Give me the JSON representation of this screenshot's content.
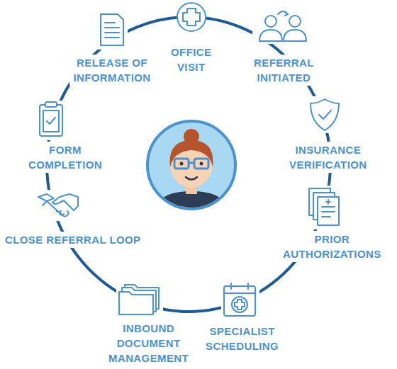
{
  "diagram": {
    "labels": [
      "OFFICE VISIT",
      "REFERRAL INITIATED",
      "INSURANCE VERIFICATION",
      "PRIOR AUTHORIZATIONS",
      "SPECIALIST SCHEDULING",
      "INBOUND DOCUMENT MANAGEMENT",
      "CLOSE REFERRAL LOOP",
      "FORM COMPLETION",
      "RELEASE OF INFORMATION"
    ]
  }
}
